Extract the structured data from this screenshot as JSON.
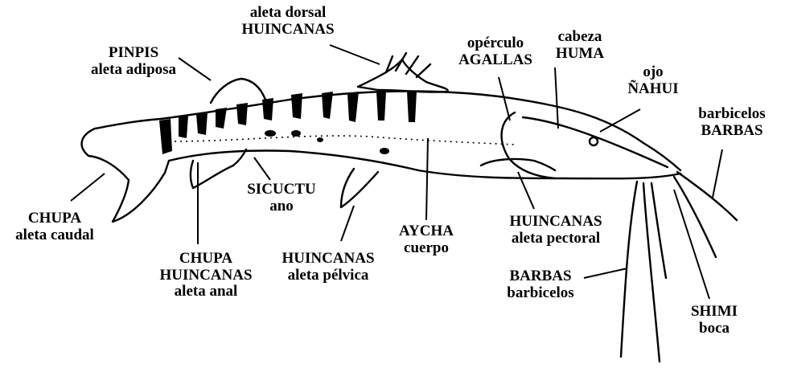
{
  "labels": {
    "dorsal": {
      "line1": "aleta dorsal",
      "line2": "HUINCANAS"
    },
    "adiposa": {
      "line1": "PINPIS",
      "line2": "aleta adiposa"
    },
    "opercle": {
      "line1": "opérculo",
      "line2": "AGALLAS"
    },
    "head": {
      "line1": "cabeza",
      "line2": "HUMA"
    },
    "eye": {
      "line1": "ojo",
      "line2": "ÑAHUI"
    },
    "barbels_top": {
      "line1": "barbicelos",
      "line2": "BARBAS"
    },
    "caudal": {
      "line1": "CHUPA",
      "line2": "aleta caudal"
    },
    "anus": {
      "line1": "SICUCTU",
      "line2": "ano"
    },
    "anal": {
      "line1": "CHUPA",
      "line2": "HUINCANAS",
      "line3": "aleta anal"
    },
    "pelvic": {
      "line1": "HUINCANAS",
      "line2": "aleta pélvica"
    },
    "body": {
      "line1": "AYCHA",
      "line2": "cuerpo"
    },
    "pectoral": {
      "line1": "HUINCANAS",
      "line2": "aleta pectoral"
    },
    "barbels_bottom": {
      "line1": "BARBAS",
      "line2": "barbicelos"
    },
    "mouth": {
      "line1": "SHIMI",
      "line2": "boca"
    }
  }
}
